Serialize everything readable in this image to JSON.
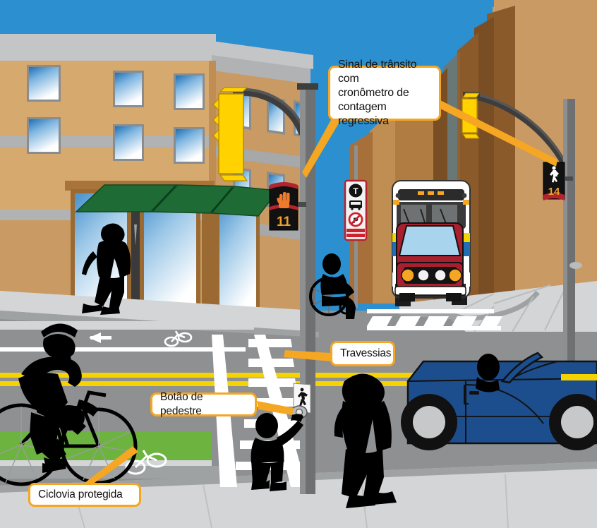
{
  "illustration": {
    "title": "Cena urbana de cruzamento com infraestrutura para pedestres e ciclistas",
    "language": "pt-BR"
  },
  "callouts": [
    {
      "id": "traffic-signal-countdown",
      "name": "callout-traffic-signal",
      "lines": [
        "Sinal de trânsito com",
        "cronômetro de",
        "contagem regressiva"
      ],
      "text": "Sinal de trânsito com cronômetro de contagem regressiva"
    },
    {
      "id": "crosswalks",
      "name": "callout-crosswalks",
      "text": "Travessias"
    },
    {
      "id": "pedestrian-button",
      "name": "callout-pedestrian-button",
      "text": "Botão de pedestre"
    },
    {
      "id": "protected-bike-lane",
      "name": "callout-bike-lane",
      "text": "Ciclovia protegida"
    }
  ],
  "signals": {
    "left_pedestrian_signal": {
      "indication": "hand",
      "countdown": "11"
    },
    "right_pedestrian_signal": {
      "indication": "walking-person",
      "countdown": "14"
    },
    "left_vehicle_signal": {
      "housing_color": "#ffd200"
    },
    "right_vehicle_signal": {
      "housing_color": "#ffd200"
    }
  },
  "road_markings": {
    "bike_lane_arrow": "left-arrow",
    "bike_lane_symbol": "bicycle",
    "bike_lane_paint": "#6cb33f",
    "center_line": "#f5d300",
    "crosswalk_stripe": "#ffffff"
  },
  "signs": {
    "transit_sign": "T",
    "bus_stop_sign": "bus",
    "no_parking_sign": "P",
    "pedestrian_crossing_sign": "walking-person"
  },
  "actors": [
    {
      "name": "pedestrian-sidewalk-left",
      "type": "pedestrian"
    },
    {
      "name": "wheelchair-user",
      "type": "wheelchair"
    },
    {
      "name": "cyclist",
      "type": "cyclist"
    },
    {
      "name": "child-pressing-button",
      "type": "child"
    },
    {
      "name": "pedestrian-crossing-right",
      "type": "pedestrian"
    },
    {
      "name": "convertible-driver",
      "type": "driver"
    }
  ],
  "vehicles": [
    {
      "name": "transit-bus",
      "colors": {
        "body": "#ffffff",
        "stripe_blue": "#1f6fb4",
        "stripe_yellow": "#f5d300"
      }
    },
    {
      "name": "red-car",
      "colors": {
        "body": "#a81f2e",
        "glass": "#a8d4ee"
      }
    },
    {
      "name": "blue-convertible",
      "colors": {
        "body": "#1c4d8c"
      }
    }
  ],
  "palette": {
    "sky": "#2b8fd0",
    "building_tan": "#d6a96f",
    "building_brown": "#8a5a2b",
    "awning_green": "#1e6b35",
    "asphalt": "#8e9091",
    "sidewalk": "#d3d5d6",
    "callout_border": "#f5a623",
    "leader_line": "#f5a623"
  }
}
